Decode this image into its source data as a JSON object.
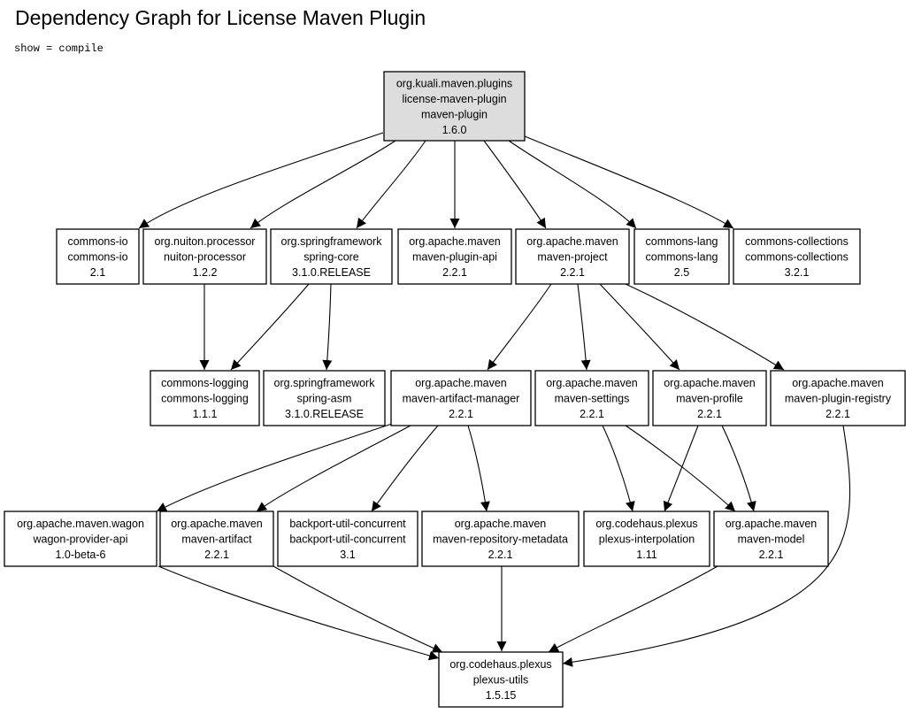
{
  "title": "Dependency Graph for License Maven Plugin",
  "subtitle": "show = compile",
  "colors": {
    "root_fill": "#dddddd",
    "node_fill": "#ffffff",
    "stroke": "#000000"
  },
  "nodes": [
    {
      "id": "root",
      "root": true,
      "lines": [
        "org.kuali.maven.plugins",
        "license-maven-plugin",
        "maven-plugin",
        "1.6.0"
      ]
    },
    {
      "id": "commons-io",
      "lines": [
        "commons-io",
        "commons-io",
        "2.1"
      ]
    },
    {
      "id": "nuiton-processor",
      "lines": [
        "org.nuiton.processor",
        "nuiton-processor",
        "1.2.2"
      ]
    },
    {
      "id": "spring-core",
      "lines": [
        "org.springframework",
        "spring-core",
        "3.1.0.RELEASE"
      ]
    },
    {
      "id": "maven-plugin-api",
      "lines": [
        "org.apache.maven",
        "maven-plugin-api",
        "2.2.1"
      ]
    },
    {
      "id": "maven-project",
      "lines": [
        "org.apache.maven",
        "maven-project",
        "2.2.1"
      ]
    },
    {
      "id": "commons-lang",
      "lines": [
        "commons-lang",
        "commons-lang",
        "2.5"
      ]
    },
    {
      "id": "commons-collections",
      "lines": [
        "commons-collections",
        "commons-collections",
        "3.2.1"
      ]
    },
    {
      "id": "commons-logging",
      "lines": [
        "commons-logging",
        "commons-logging",
        "1.1.1"
      ]
    },
    {
      "id": "spring-asm",
      "lines": [
        "org.springframework",
        "spring-asm",
        "3.1.0.RELEASE"
      ]
    },
    {
      "id": "maven-artifact-manager",
      "lines": [
        "org.apache.maven",
        "maven-artifact-manager",
        "2.2.1"
      ]
    },
    {
      "id": "maven-settings",
      "lines": [
        "org.apache.maven",
        "maven-settings",
        "2.2.1"
      ]
    },
    {
      "id": "maven-profile",
      "lines": [
        "org.apache.maven",
        "maven-profile",
        "2.2.1"
      ]
    },
    {
      "id": "maven-plugin-registry",
      "lines": [
        "org.apache.maven",
        "maven-plugin-registry",
        "2.2.1"
      ]
    },
    {
      "id": "wagon-provider-api",
      "lines": [
        "org.apache.maven.wagon",
        "wagon-provider-api",
        "1.0-beta-6"
      ]
    },
    {
      "id": "maven-artifact",
      "lines": [
        "org.apache.maven",
        "maven-artifact",
        "2.2.1"
      ]
    },
    {
      "id": "backport-util-concurrent",
      "lines": [
        "backport-util-concurrent",
        "backport-util-concurrent",
        "3.1"
      ]
    },
    {
      "id": "maven-repository-metadata",
      "lines": [
        "org.apache.maven",
        "maven-repository-metadata",
        "2.2.1"
      ]
    },
    {
      "id": "plexus-interpolation",
      "lines": [
        "org.codehaus.plexus",
        "plexus-interpolation",
        "1.11"
      ]
    },
    {
      "id": "maven-model",
      "lines": [
        "org.apache.maven",
        "maven-model",
        "2.2.1"
      ]
    },
    {
      "id": "plexus-utils",
      "lines": [
        "org.codehaus.plexus",
        "plexus-utils",
        "1.5.15"
      ]
    }
  ],
  "edges": [
    [
      "root",
      "commons-io"
    ],
    [
      "root",
      "nuiton-processor"
    ],
    [
      "root",
      "spring-core"
    ],
    [
      "root",
      "maven-plugin-api"
    ],
    [
      "root",
      "maven-project"
    ],
    [
      "root",
      "commons-lang"
    ],
    [
      "root",
      "commons-collections"
    ],
    [
      "nuiton-processor",
      "commons-logging"
    ],
    [
      "spring-core",
      "commons-logging"
    ],
    [
      "spring-core",
      "spring-asm"
    ],
    [
      "maven-project",
      "maven-artifact-manager"
    ],
    [
      "maven-project",
      "maven-settings"
    ],
    [
      "maven-project",
      "maven-profile"
    ],
    [
      "maven-project",
      "maven-plugin-registry"
    ],
    [
      "maven-artifact-manager",
      "wagon-provider-api"
    ],
    [
      "maven-artifact-manager",
      "maven-artifact"
    ],
    [
      "maven-artifact-manager",
      "backport-util-concurrent"
    ],
    [
      "maven-artifact-manager",
      "maven-repository-metadata"
    ],
    [
      "maven-settings",
      "plexus-interpolation"
    ],
    [
      "maven-settings",
      "maven-model"
    ],
    [
      "maven-profile",
      "plexus-interpolation"
    ],
    [
      "maven-profile",
      "maven-model"
    ],
    [
      "maven-plugin-registry",
      "plexus-utils"
    ],
    [
      "wagon-provider-api",
      "plexus-utils"
    ],
    [
      "maven-artifact",
      "plexus-utils"
    ],
    [
      "maven-repository-metadata",
      "plexus-utils"
    ],
    [
      "maven-model",
      "plexus-utils"
    ]
  ]
}
